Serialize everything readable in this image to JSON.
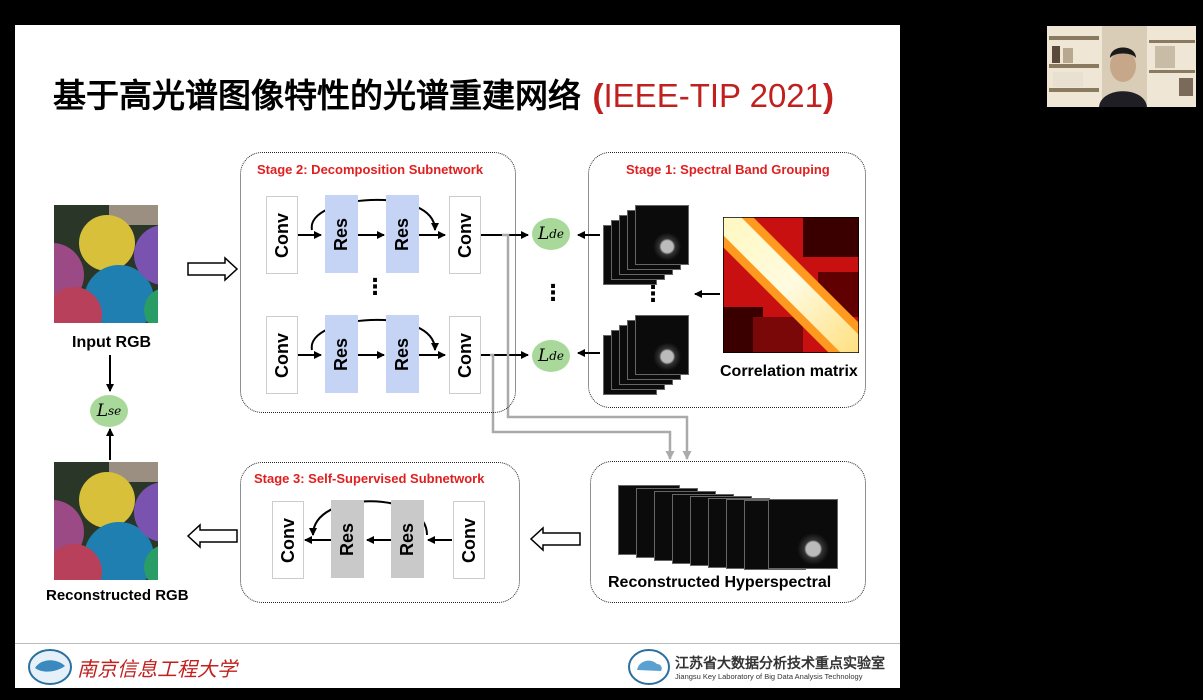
{
  "slide": {
    "title_cn": "基于高光谱图像特性的光谱重建网络 ",
    "title_venue_open": "(",
    "title_venue": "IEEE-TIP 2021",
    "title_venue_close": ")"
  },
  "stage1": {
    "label": "Stage 1: Spectral Band Grouping",
    "matrix_label": "Correlation matrix"
  },
  "stage2": {
    "label": "Stage 2: Decomposition Subnetwork",
    "conv": "Conv",
    "res": "Res"
  },
  "stage3": {
    "label": "Stage 3: Self-Supervised Subnetwork",
    "conv": "Conv",
    "res": "Res"
  },
  "losses": {
    "de_symbol": "L",
    "de_sub": "de",
    "se_symbol": "L",
    "se_sub": "se"
  },
  "labels": {
    "input_rgb": "Input RGB",
    "reconstructed_rgb": "Reconstructed RGB",
    "reconstructed_hs": "Reconstructed Hyperspectral",
    "ellipsis": "⋮"
  },
  "footer": {
    "university": "南京信息工程大学",
    "lab_cn": "江苏省大数据分析技术重点实验室",
    "lab_en": "Jiangsu Key Laboratory of Big Data Analysis Technology"
  },
  "colors": {
    "title_accent": "#c0201e",
    "stage_label": "#e02020",
    "res_blue": "#c5d3f5",
    "res_gray": "#c9c9c9",
    "loss_green": "#a9d99a"
  }
}
